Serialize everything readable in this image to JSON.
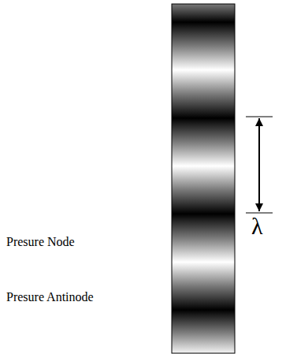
{
  "diagram": {
    "labels": [
      "λ",
      "Presure Node",
      "Presure Antinode"
    ]
  }
}
